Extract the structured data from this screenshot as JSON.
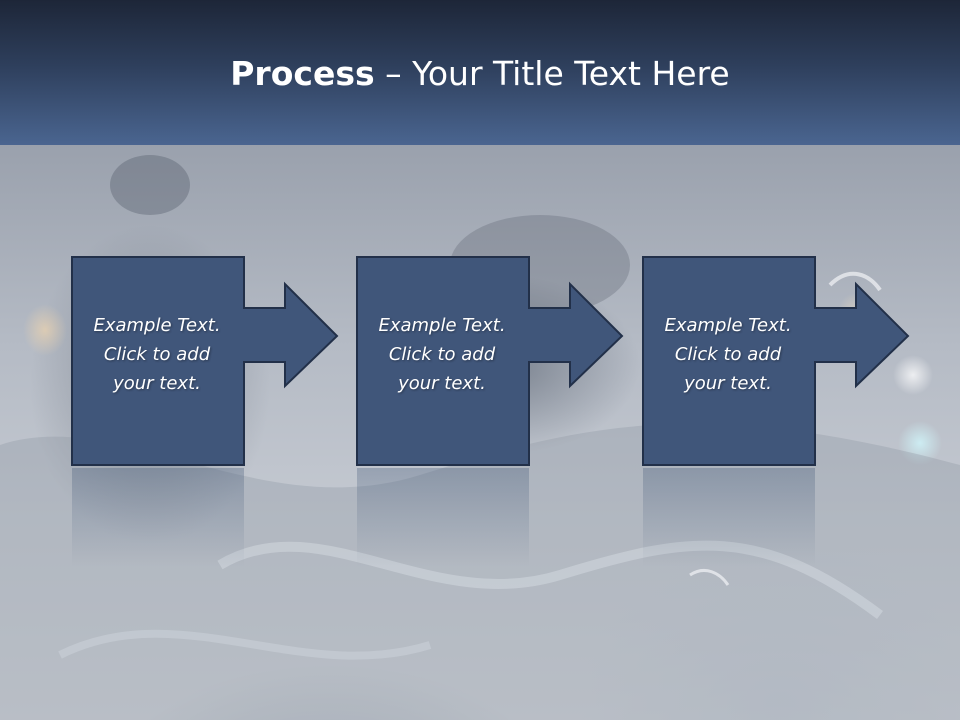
{
  "slide": {
    "title_bold": "Process",
    "title_rest": " – Your Title Text Here"
  },
  "steps": [
    {
      "text": "Example Text.\nClick  to add\nyour text."
    },
    {
      "text": "Example Text.\nClick  to add\nyour text."
    },
    {
      "text": "Example Text.\nClick  to add\nyour text."
    }
  ],
  "colors": {
    "box_fill": "#40567a",
    "box_border": "#223049",
    "header_top": "#1d2638",
    "header_bottom": "#4a6590"
  }
}
